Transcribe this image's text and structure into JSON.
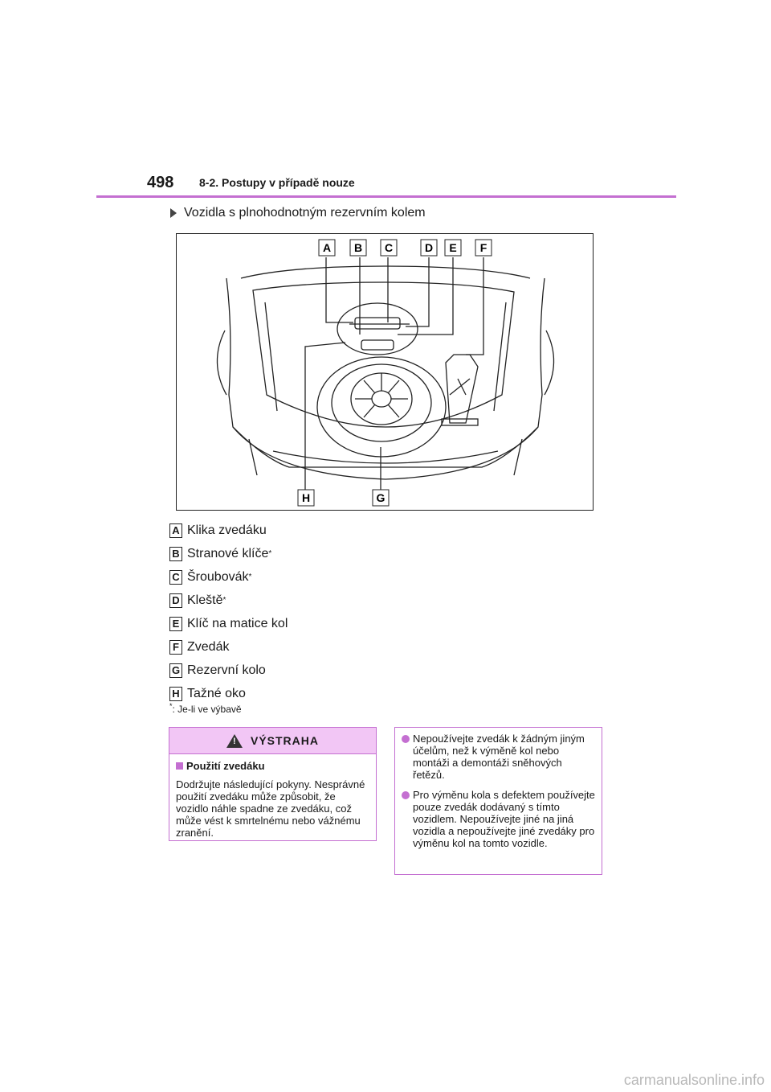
{
  "header": {
    "page_number": "498",
    "section": "8-2. Postupy v případě nouze"
  },
  "subheading": "Vozidla s plnohodnotným rezervním kolem",
  "figure": {
    "callouts_top": [
      "A",
      "B",
      "C",
      "D",
      "E",
      "F"
    ],
    "callouts_bottom": [
      "H",
      "G"
    ]
  },
  "legend": [
    {
      "letter": "A",
      "text": "Klika zvedáku",
      "note": ""
    },
    {
      "letter": "B",
      "text": "Stranové klíče",
      "note": "*"
    },
    {
      "letter": "C",
      "text": "Šroubovák",
      "note": "*"
    },
    {
      "letter": "D",
      "text": "Kleště",
      "note": "*"
    },
    {
      "letter": "E",
      "text": "Klíč na matice kol",
      "note": ""
    },
    {
      "letter": "F",
      "text": "Zvedák",
      "note": ""
    },
    {
      "letter": "G",
      "text": "Rezervní kolo",
      "note": ""
    },
    {
      "letter": "H",
      "text": "Tažné oko",
      "note": ""
    }
  ],
  "footnote": {
    "mark": "*",
    "text": ": Je-li ve výbavě"
  },
  "warning": {
    "title": "VÝSTRAHA",
    "subtitle": "Použití zvedáku",
    "body": "Dodržujte následující pokyny. Nesprávné použití zvedáku může způsobit, že vozidlo náhle spadne ze zvedáku, což může vést k smrtelnému nebo vážnému zranění."
  },
  "notes": [
    "Nepoužívejte zvedák k žádným jiným účelům, než k výměně kol nebo montáži a demontáži sněhových řetězů.",
    "Pro výměnu kola s defektem používejte pouze zvedák dodávaný s tímto vozidlem. Nepoužívejte jiné na jiná vozidla a nepoužívejte jiné zvedáky pro výměnu kol na tomto vozidle."
  ],
  "watermark": "carmanualsonline.info",
  "colors": {
    "accent": "#c46fd1",
    "warning_header": "#f2c6f5"
  }
}
